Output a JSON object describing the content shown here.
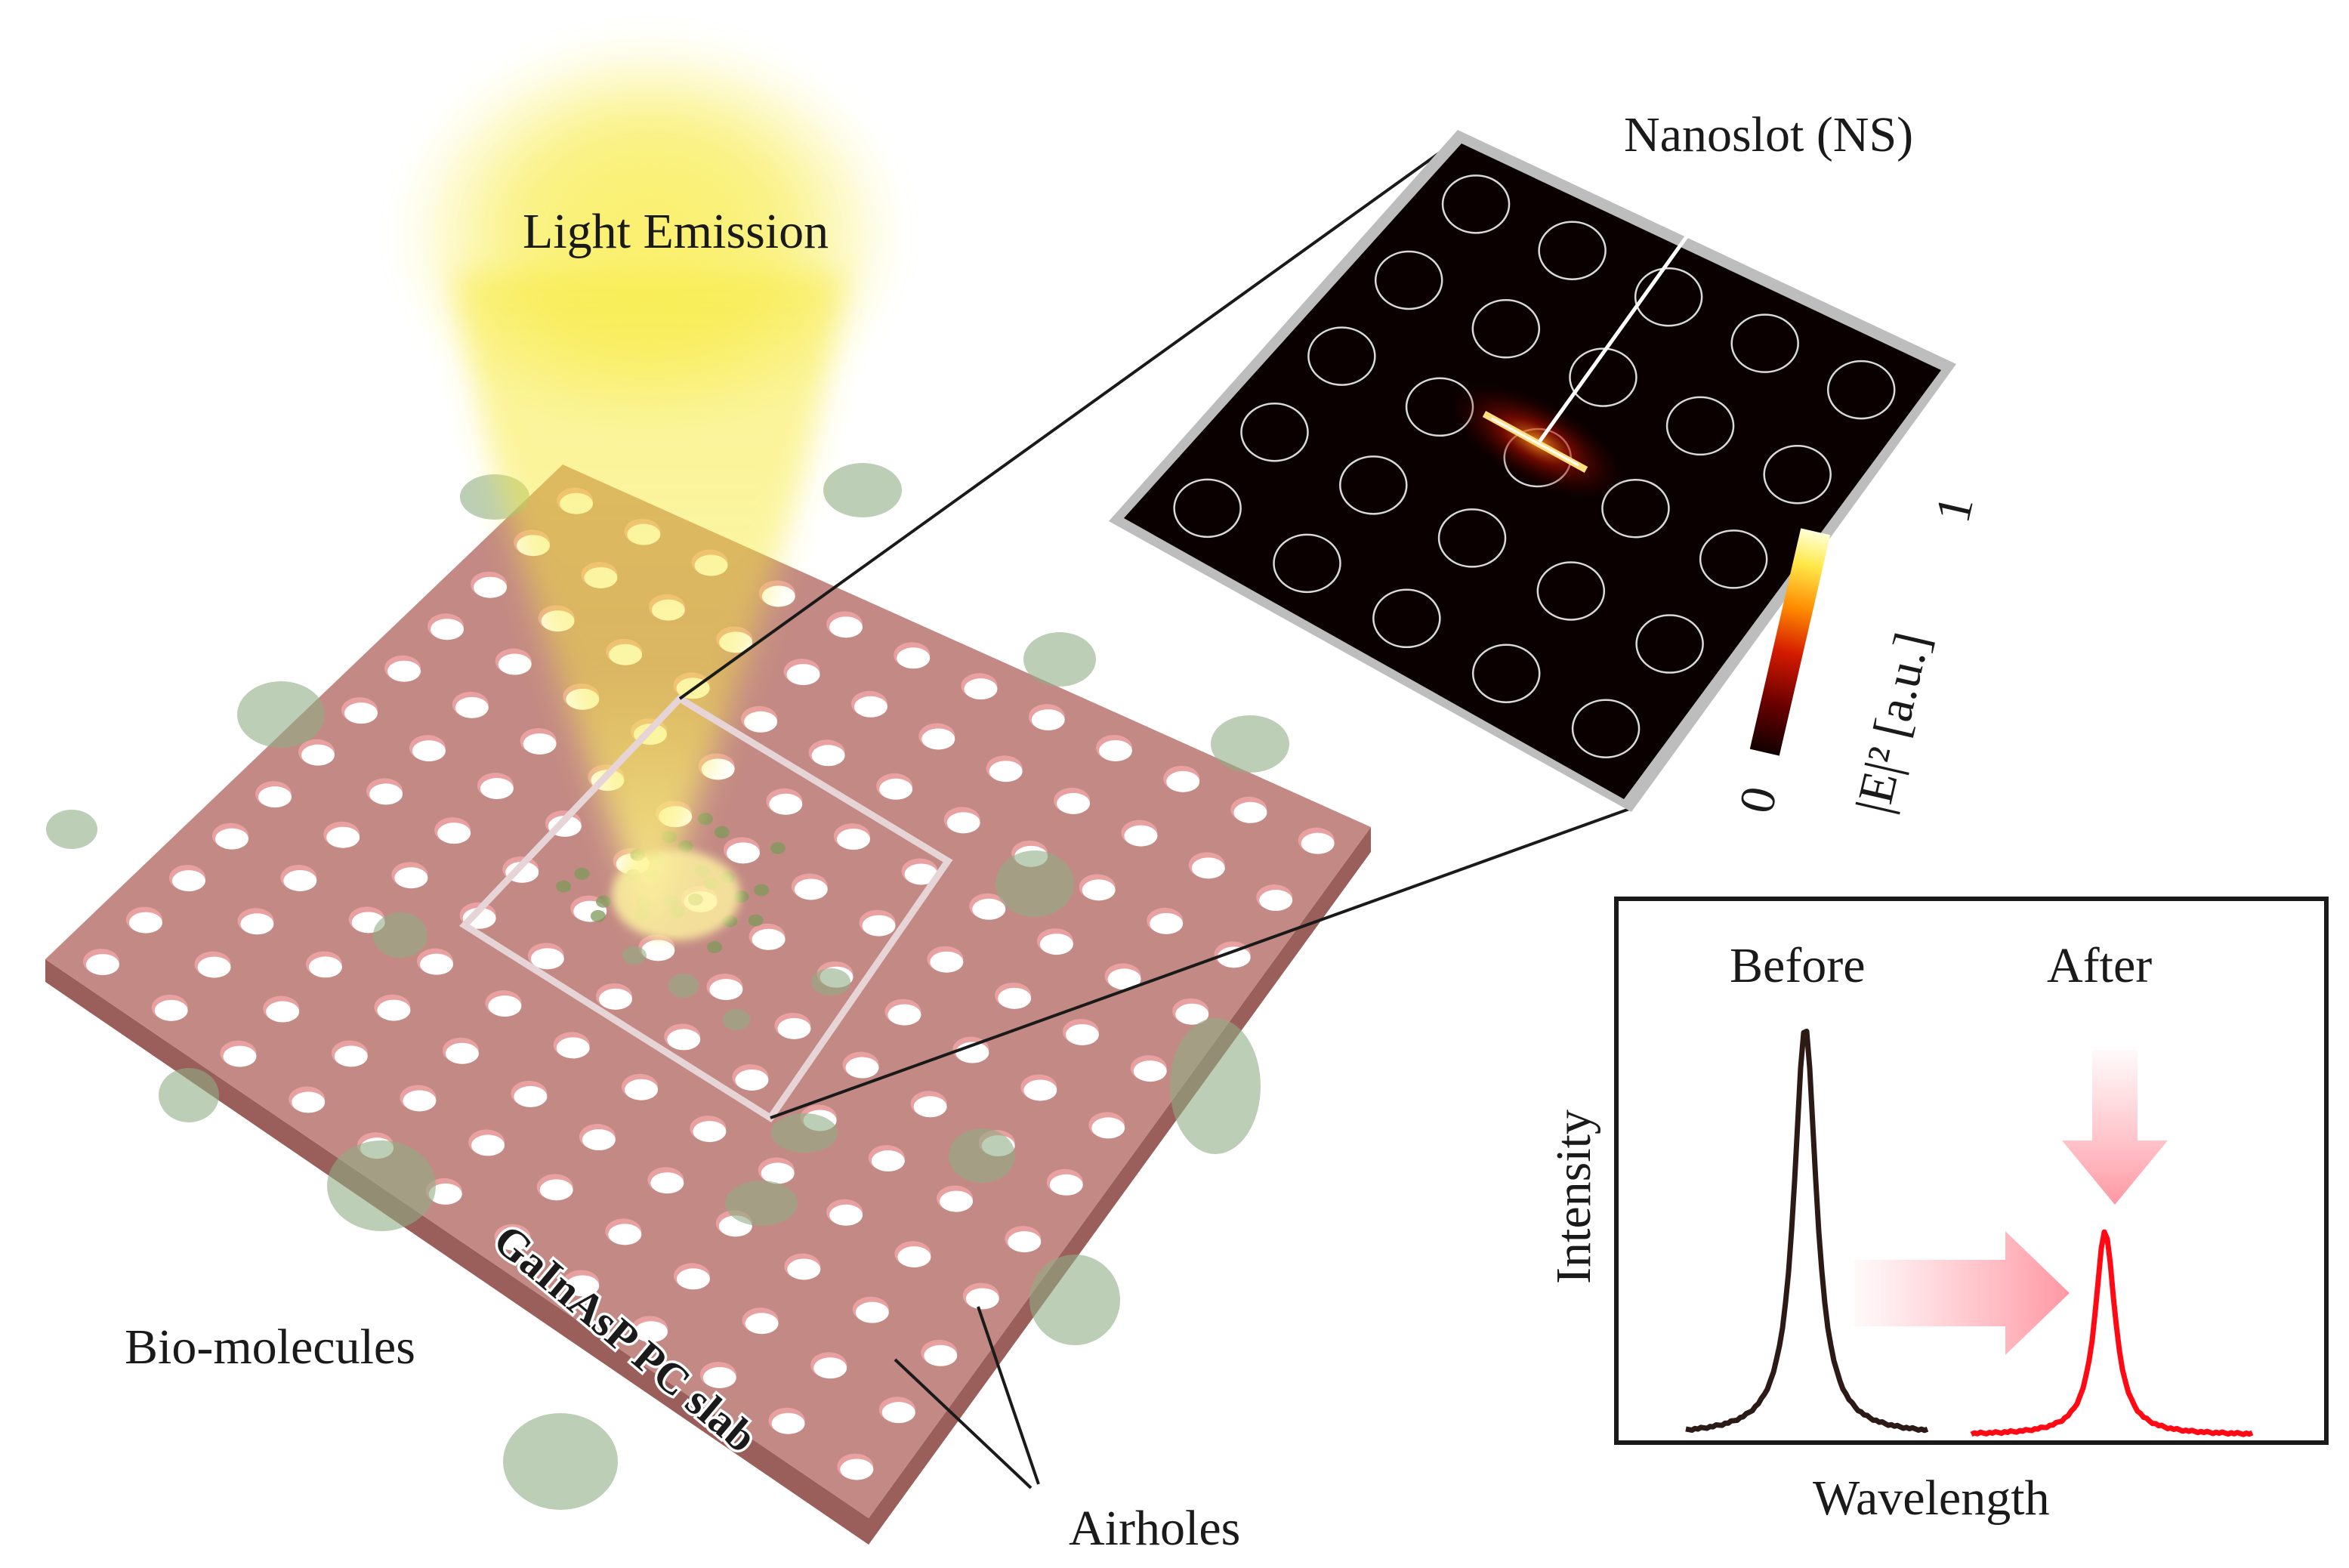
{
  "labels": {
    "light_emission": "Light Emission",
    "nanoslot": "Nanoslot (NS)",
    "bio_molecules": "Bio-molecules",
    "slab": "GaInAsP PC slab",
    "airholes": "Airholes"
  },
  "colorbar": {
    "min_label": "0",
    "max_label": "1",
    "quantity_label": "|E|² [a.u.]",
    "colors": [
      "#120000",
      "#6a0000",
      "#d41a00",
      "#ff8a00",
      "#ffe94a",
      "#ffffd8"
    ]
  },
  "spectrum": {
    "before_label": "Before",
    "after_label": "After",
    "ylabel": "Intensity",
    "xlabel": "Wavelength",
    "before_color": "#2b1a16",
    "after_color": "#ff0a14"
  },
  "colors": {
    "slab_top": "#c38a85",
    "slab_side": "#9a5f5a",
    "hole_wall": "#e8a0a0",
    "emission": "#f6e82a",
    "molecule": "#8fae84",
    "field_bg": "#0a0000"
  }
}
